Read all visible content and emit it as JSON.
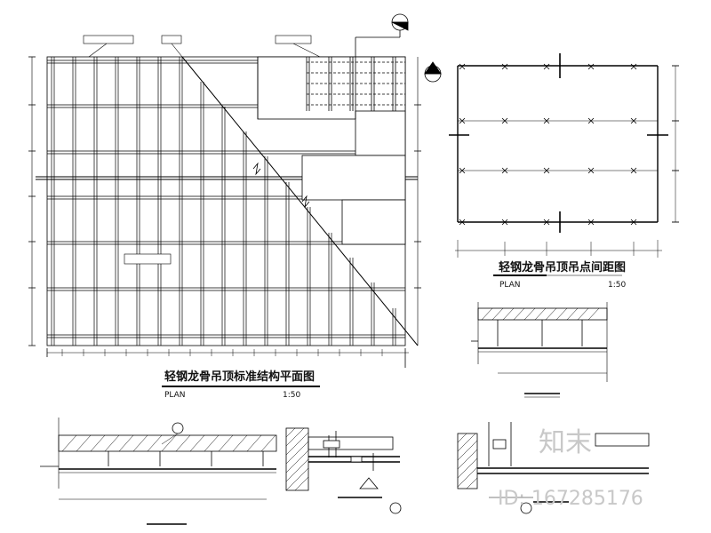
{
  "titles": {
    "main_plan": "轻钢龙骨吊顶标准结构平面图",
    "spacing_plan": "轻钢龙骨吊顶吊点间距图"
  },
  "plan_label": "PLAN",
  "scale": "1:50",
  "watermark": {
    "brand": "知末",
    "id": "ID: 167285176"
  }
}
